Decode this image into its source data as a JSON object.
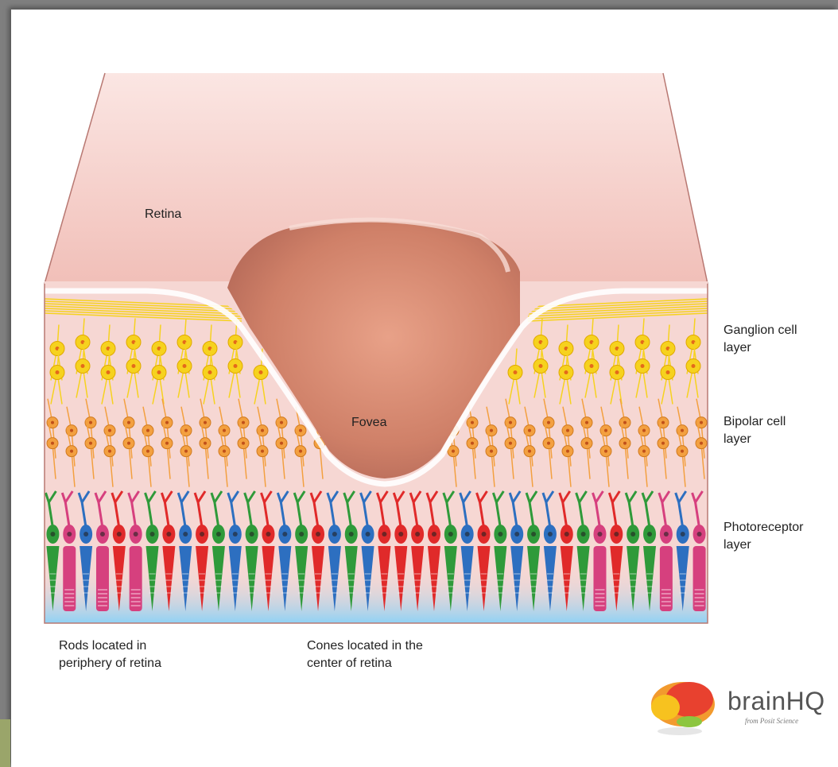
{
  "labels": {
    "retina": "Retina",
    "fovea": "Fovea",
    "ganglion": "Ganglion cell\nlayer",
    "bipolar": "Bipolar cell\nlayer",
    "photoreceptor": "Photoreceptor\nlayer",
    "rods_note": "Rods located in\nperiphery of retina",
    "cones_note": "Cones located in the\ncenter of retina"
  },
  "logo": {
    "wordmark": "brainHQ",
    "tagline": "from Posit Science"
  },
  "colors": {
    "retina_surface": "#f2c4bd",
    "tissue": "#f6d7d3",
    "fovea_pit": "#d98a72",
    "ganglion_cell": "#f6d21e",
    "bipolar_cell": "#f3a040",
    "rod": "#d6407e",
    "cone_red": "#e02a2a",
    "cone_green": "#2f9a3a",
    "cone_blue": "#2d6fc0",
    "base_glow": "#8fd2f5"
  },
  "photoreceptors": [
    "g",
    "m",
    "b",
    "m",
    "r",
    "m",
    "g",
    "r",
    "b",
    "r",
    "g",
    "b",
    "g",
    "r",
    "b",
    "g",
    "r",
    "b",
    "g",
    "b",
    "r",
    "r",
    "r",
    "r",
    "g",
    "b",
    "r",
    "g",
    "b",
    "g",
    "b",
    "r",
    "g",
    "m",
    "r",
    "g",
    "g",
    "m",
    "b",
    "m"
  ]
}
